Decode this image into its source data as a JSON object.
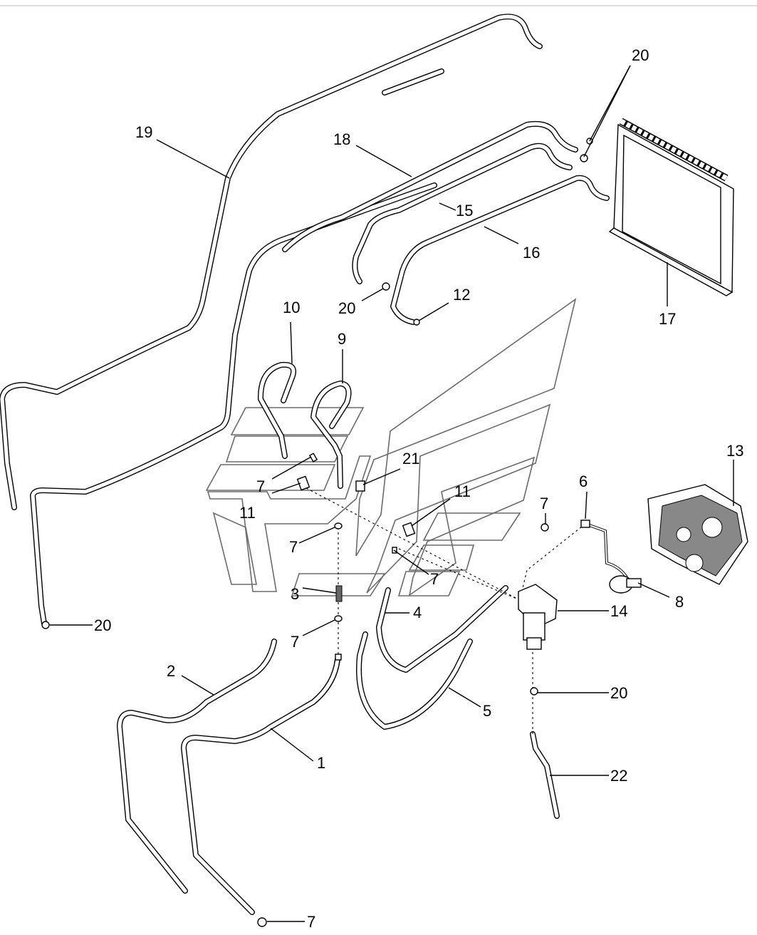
{
  "diagram": {
    "callouts": {
      "c1": "1",
      "c2": "2",
      "c3": "3",
      "c4": "4",
      "c5": "5",
      "c6": "6",
      "c7a": "7",
      "c7b": "7",
      "c7c": "7",
      "c7d": "7",
      "c7e": "7",
      "c7f": "7",
      "c8": "8",
      "c9": "9",
      "c10": "10",
      "c11a": "11",
      "c11b": "11",
      "c12": "12",
      "c13": "13",
      "c14": "14",
      "c15": "15",
      "c16": "16",
      "c17": "17",
      "c18": "18",
      "c19": "19",
      "c20a": "20",
      "c20b": "20",
      "c20c": "20",
      "c20d": "20",
      "c21": "21",
      "c22": "22"
    }
  }
}
